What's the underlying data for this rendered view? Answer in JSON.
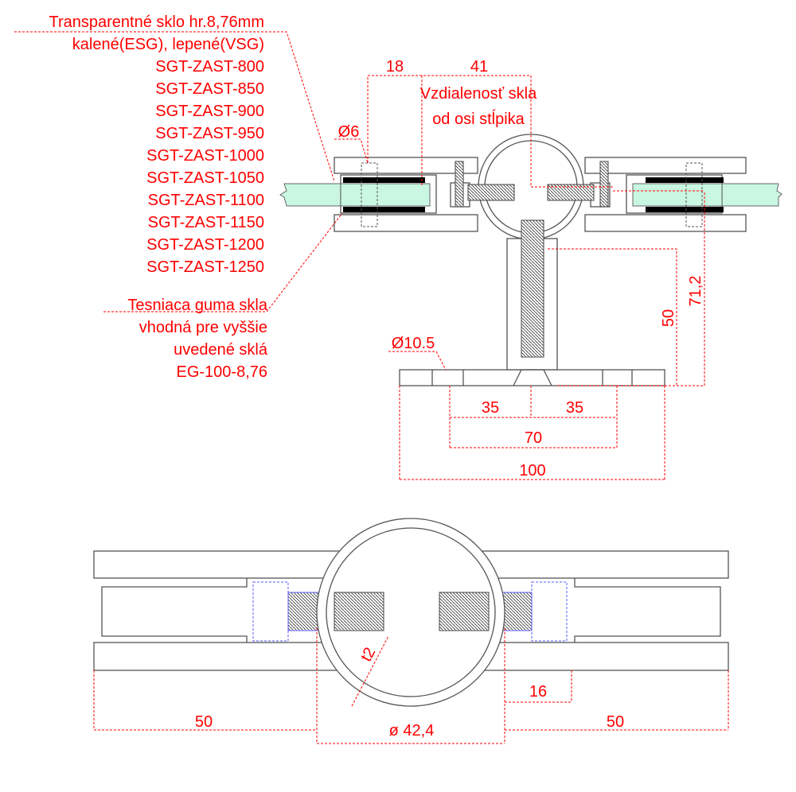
{
  "labels": {
    "glass_note": [
      "Transparentné sklo hr.8,76mm",
      "kalené(ESG), lepené(VSG)"
    ],
    "models": [
      "SGT-ZAST-800",
      "SGT-ZAST-850",
      "SGT-ZAST-900",
      "SGT-ZAST-950",
      "SGT-ZAST-1000",
      "SGT-ZAST-1050",
      "SGT-ZAST-1100",
      "SGT-ZAST-1150",
      "SGT-ZAST-1200",
      "SGT-ZAST-1250"
    ],
    "gasket_note": [
      "Tesniaca guma skla",
      "vhodná pre vyššie",
      "uvedené sklá",
      "EG-100-8,76"
    ],
    "distance_note": [
      "Vzdialenosť skla",
      "od osi stĺpika"
    ]
  },
  "dimensions": {
    "d18": "18",
    "d41": "41",
    "hole6": "Ø6",
    "hole10": "Ø10.5",
    "h50": "50",
    "h71": "71,2",
    "b35a": "35",
    "b35b": "35",
    "b70": "70",
    "b100": "100",
    "left50": "50",
    "right50": "50",
    "tube": "ø 42,4",
    "d16": "16",
    "wall": "t2"
  },
  "colors": {
    "dimension": "#ff0000",
    "glass": "#c9f7e1",
    "gasket": "#000000"
  }
}
